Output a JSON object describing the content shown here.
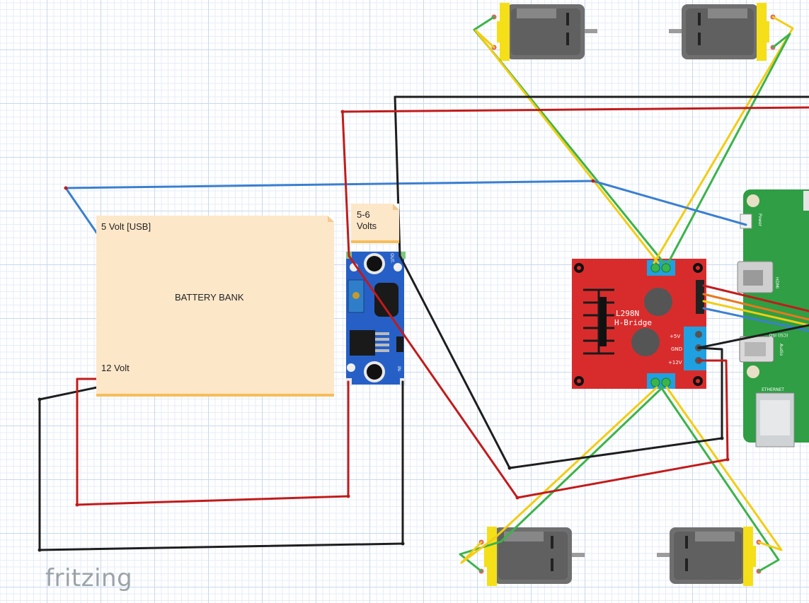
{
  "notes": {
    "battery_top": "5 Volt [USB]",
    "battery_center": "BATTERY BANK",
    "battery_bottom": "12 Volt",
    "regulator_output": "5-6\nVolts"
  },
  "hbridge": {
    "name": "L298N",
    "subtitle": "H-Bridge",
    "pin_5v": "+5V",
    "pin_gnd": "GND",
    "pin_12v": "+12V"
  },
  "regulator": {
    "out_label": "OUT-",
    "in_label": "IN-"
  },
  "raspberry_pi": {
    "power_label": "Power",
    "hdmi_label": "HDMI",
    "audio_label": "Audio",
    "ethernet_label": "ETHERNET",
    "csi_label": "(CSI) ISO"
  },
  "watermark": "fritzing",
  "colors": {
    "red_wire": "#c21b1b",
    "black_wire": "#1e1e1e",
    "blue_wire": "#3a7fd0",
    "green_wire": "#3cb34a",
    "yellow_wire": "#f2cd12",
    "orange_wire": "#e8781a",
    "hbridge_board": "#d82c2c",
    "regulator_board": "#2660c7",
    "pi_board": "#2f9e44",
    "note_fill": "#fde7c9",
    "note_shadow": "#f6bd5b"
  }
}
